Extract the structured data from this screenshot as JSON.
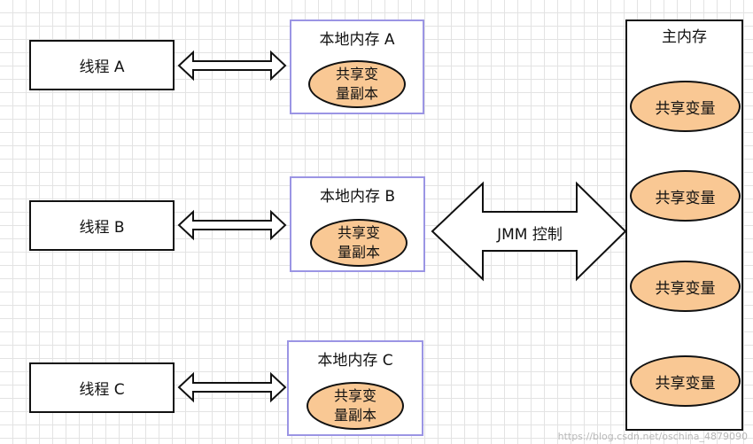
{
  "threads": [
    {
      "label": "线程 A"
    },
    {
      "label": "线程 B"
    },
    {
      "label": "线程 C"
    }
  ],
  "local_memories": [
    {
      "title": "本地内存 A",
      "copy_line1": "共享变",
      "copy_line2": "量副本"
    },
    {
      "title": "本地内存 B",
      "copy_line1": "共享变",
      "copy_line2": "量副本"
    },
    {
      "title": "本地内存 C",
      "copy_line1": "共享变",
      "copy_line2": "量副本"
    }
  ],
  "main_memory": {
    "title": "主内存",
    "variables": [
      "共享变量",
      "共享变量",
      "共享变量",
      "共享变量"
    ]
  },
  "control_label": "JMM 控制",
  "watermark": "https://blog.csdn.net/oschina_4879090",
  "colors": {
    "ellipse_fill": "#f9c894",
    "local_border": "#9b95e4",
    "grid_line": "#e3e3e3"
  }
}
